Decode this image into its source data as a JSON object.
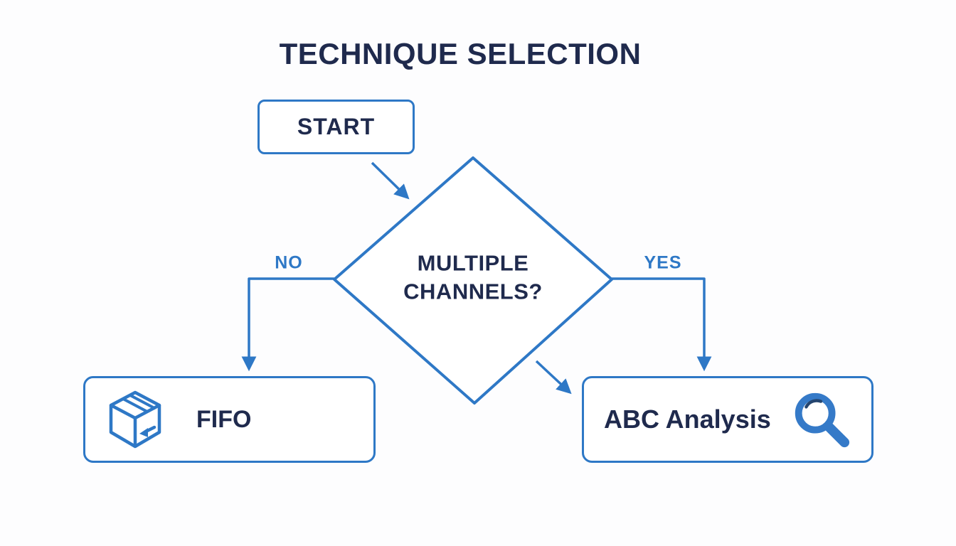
{
  "meta": {
    "heading": "TECHNIQUE SELECTION"
  },
  "palette": {
    "navy_text": "#1f2a4d",
    "blue_stroke": "#2e78c6",
    "icon_blue": "#357ac8",
    "background": "#fdfdfe"
  },
  "diagram": {
    "type": "flowchart",
    "nodes": [
      {
        "id": "start",
        "kind": "terminator",
        "label": "START"
      },
      {
        "id": "decision",
        "kind": "decision",
        "label": "MULTIPLE CHANNELS?"
      },
      {
        "id": "fifo",
        "kind": "outcome",
        "label": "FIFO",
        "icon": "package-box-icon"
      },
      {
        "id": "abc",
        "kind": "outcome",
        "label": "ABC Analysis",
        "icon": "magnifier-icon"
      }
    ],
    "edges": [
      {
        "from": "start",
        "to": "decision",
        "label": ""
      },
      {
        "from": "decision",
        "to": "fifo",
        "label": "NO"
      },
      {
        "from": "decision",
        "to": "abc",
        "label": "YES"
      },
      {
        "from": "decision",
        "to": "abc",
        "label": ""
      }
    ]
  }
}
